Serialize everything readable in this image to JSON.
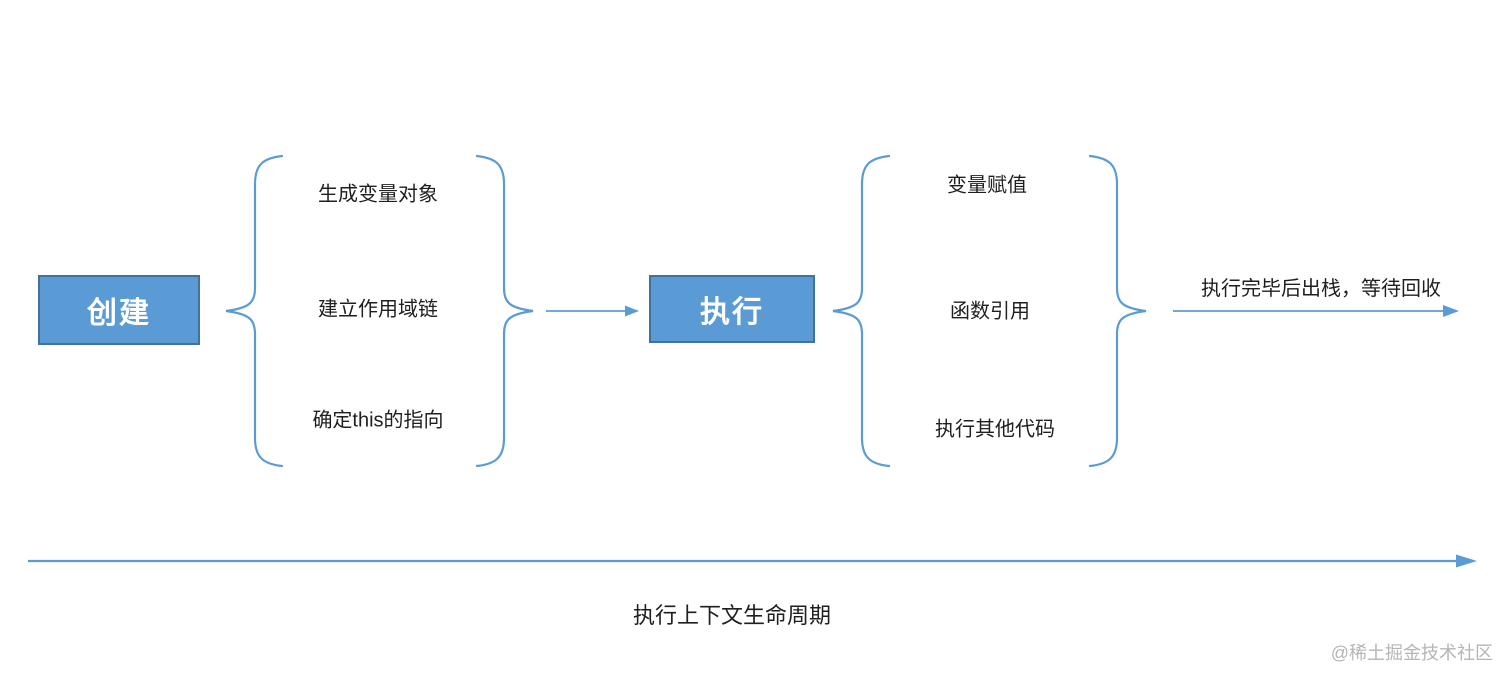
{
  "diagram": {
    "stage1": {
      "label": "创建"
    },
    "stage1_items": [
      "生成变量对象",
      "建立作用域链",
      "确定this的指向"
    ],
    "stage2": {
      "label": "执行"
    },
    "stage2_items": [
      "变量赋值",
      "函数引用",
      "执行其他代码"
    ],
    "exit_label": "执行完毕后出栈，等待回收",
    "timeline_label": "执行上下文生命周期",
    "watermark": "@稀土掘金技术社区"
  },
  "colors": {
    "box_fill": "#5b9bd5",
    "box_border": "#41719c",
    "box_text": "#ffffff",
    "line": "#5b9bd5",
    "text": "#1f1f1f",
    "watermark": "#b5b5b5",
    "background": "#ffffff"
  }
}
